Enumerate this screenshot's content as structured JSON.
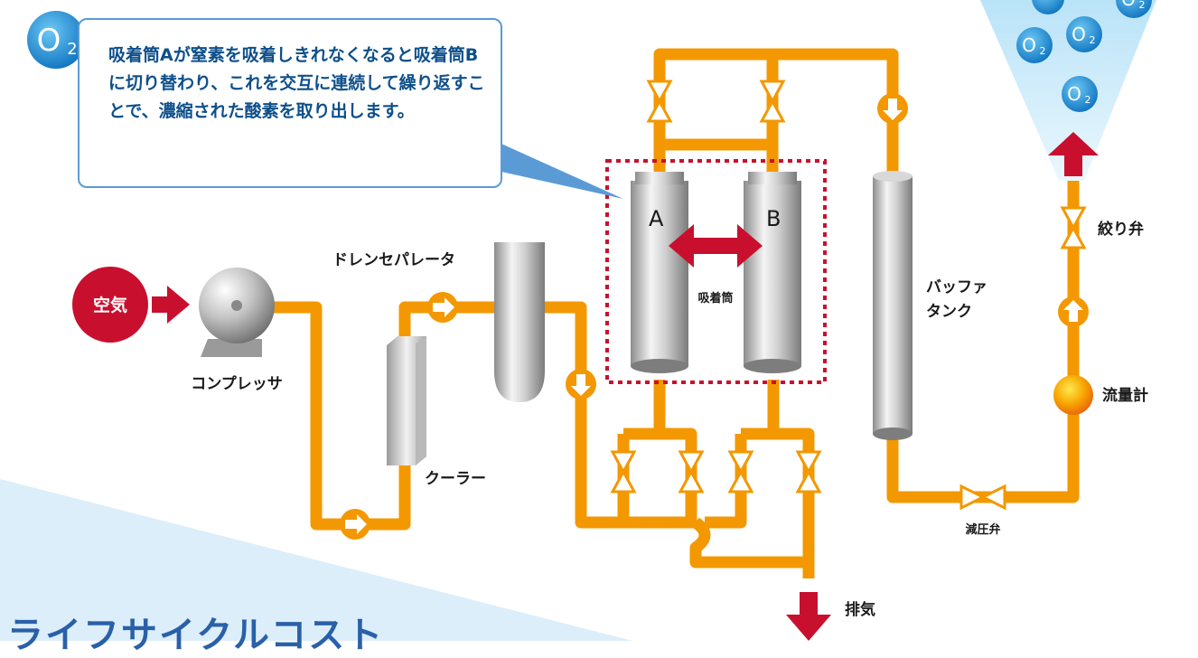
{
  "callout": {
    "text": "吸着筒Aが窒素を吸着しきれなくなると吸着筒Bに切り替わり、これを交互に連続して繰り返すことで、濃縮された酸素を取り出します。"
  },
  "o2": {
    "o": "O",
    "sub": "2"
  },
  "labels": {
    "air": "空気",
    "compressor": "コンプレッサ",
    "cooler": "クーラー",
    "drain_separator": "ドレンセパレータ",
    "tank_a": "A",
    "tank_b": "B",
    "adsorption": "吸着筒",
    "buffer_tank_1": "バッファ",
    "buffer_tank_2": "タンク",
    "pressure_reducing_valve": "減圧弁",
    "flowmeter": "流量計",
    "throttle_valve": "絞り弁",
    "exhaust": "排気"
  },
  "footer": {
    "title": "ライフサイクルコスト"
  },
  "colors": {
    "pipe": "#f39800",
    "accent_red": "#c8102e",
    "callout_border": "#5b9bd5",
    "o2_blue": "#1f8fd6",
    "footer_bg": "#dceefa"
  }
}
